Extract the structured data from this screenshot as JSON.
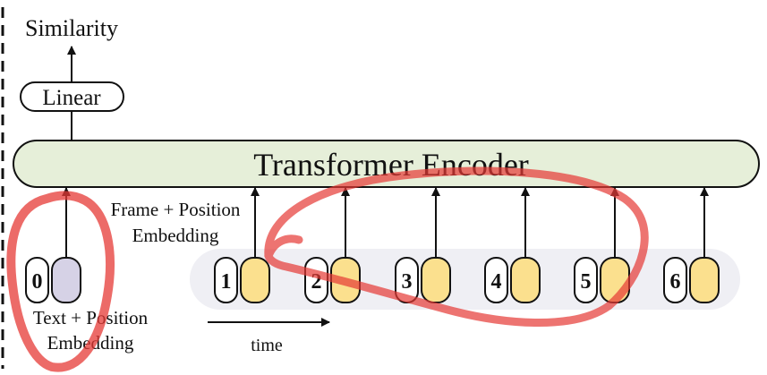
{
  "labels": {
    "similarity": "Similarity",
    "linear": "Linear",
    "encoder": "Transformer Encoder",
    "frame_embedding_line1": "Frame + Position",
    "frame_embedding_line2": "Embedding",
    "text_embedding_line1": "Text + Position",
    "text_embedding_line2": "Embedding",
    "time": "time"
  },
  "tokens": [
    {
      "index": "0",
      "kind": "text"
    },
    {
      "index": "1",
      "kind": "frame"
    },
    {
      "index": "2",
      "kind": "frame"
    },
    {
      "index": "3",
      "kind": "frame"
    },
    {
      "index": "4",
      "kind": "frame"
    },
    {
      "index": "5",
      "kind": "frame"
    },
    {
      "index": "6",
      "kind": "frame"
    }
  ],
  "colors": {
    "encoder_fill": "#e6efd9",
    "text_token_fill": "#d6d2e6",
    "frame_token_fill": "#fbe08e",
    "frame_strip_fill": "#efeff4",
    "annotation_stroke": "#e53935",
    "stroke": "#111111"
  }
}
